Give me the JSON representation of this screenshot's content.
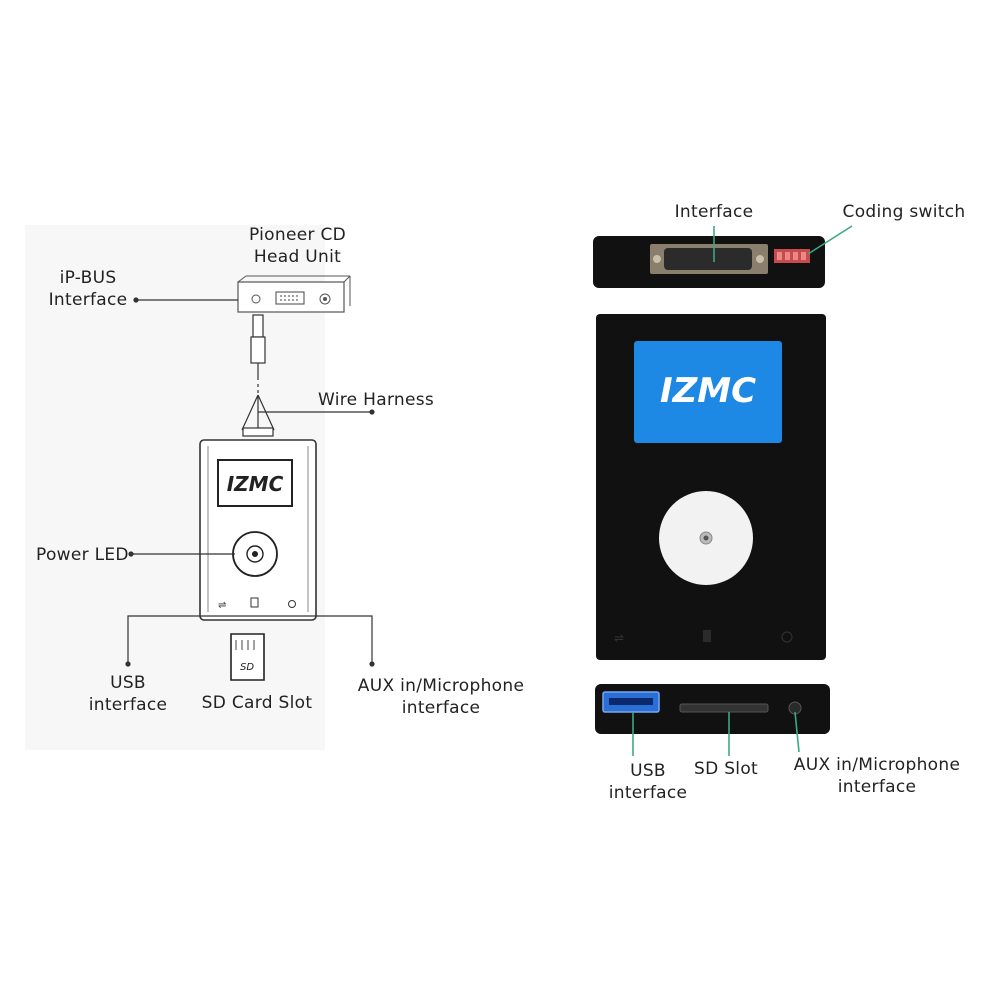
{
  "left_diagram": {
    "head_unit_line1": "Pioneer CD",
    "head_unit_line2": "Head Unit",
    "ipbus_line1": "iP-BUS",
    "ipbus_line2": "Interface",
    "wire_harness": "Wire Harness",
    "power_led": "Power LED",
    "usb_line1": "USB",
    "usb_line2": "interface",
    "sd_card_slot": "SD Card Slot",
    "aux_line1": "AUX in/Microphone",
    "aux_line2": "interface",
    "logo_text": "IZMC"
  },
  "right_photo": {
    "interface": "Interface",
    "coding_switch": "Coding switch",
    "usb_line1": "USB",
    "usb_line2": "interface",
    "sd_slot": "SD Slot",
    "aux_line1": "AUX in/Microphone",
    "aux_line2": "interface",
    "logo_text": "IZMC"
  },
  "colors": {
    "device_body": "#111111",
    "logo_panel": "#1e88e5",
    "led_button": "#f2f2f2",
    "leader_line": "#3aa887",
    "usb_port": "#2a6fd6"
  }
}
